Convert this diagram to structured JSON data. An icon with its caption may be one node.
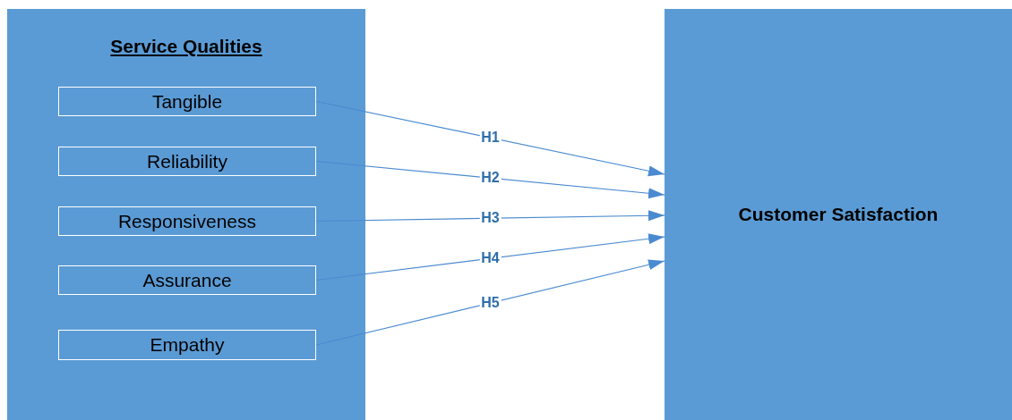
{
  "diagram": {
    "nodes": [
      {
        "text": [
          "Service Qualities"
        ]
      },
      {
        "text": [
          "Tangible"
        ],
        "in": 0
      },
      {
        "text": [
          "Reliability"
        ],
        "in": 0
      },
      {
        "text": [
          "Responsiveness"
        ],
        "in": 0
      },
      {
        "text": [
          "Assurance"
        ],
        "in": 0
      },
      {
        "text": [
          "Empathy"
        ],
        "in": 0
      },
      {
        "text": [
          "Customer Satisfaction"
        ]
      }
    ],
    "edges": [
      {
        "from": 1,
        "to": 6,
        "arrow": "to",
        "label": "H1"
      },
      {
        "from": 2,
        "to": 6,
        "arrow": "to",
        "label": "H2"
      },
      {
        "from": 3,
        "to": 6,
        "arrow": "to",
        "label": "H3"
      },
      {
        "from": 4,
        "to": 6,
        "arrow": "to",
        "label": "H4"
      },
      {
        "from": 5,
        "to": 6,
        "arrow": "to",
        "label": "H5"
      }
    ]
  }
}
